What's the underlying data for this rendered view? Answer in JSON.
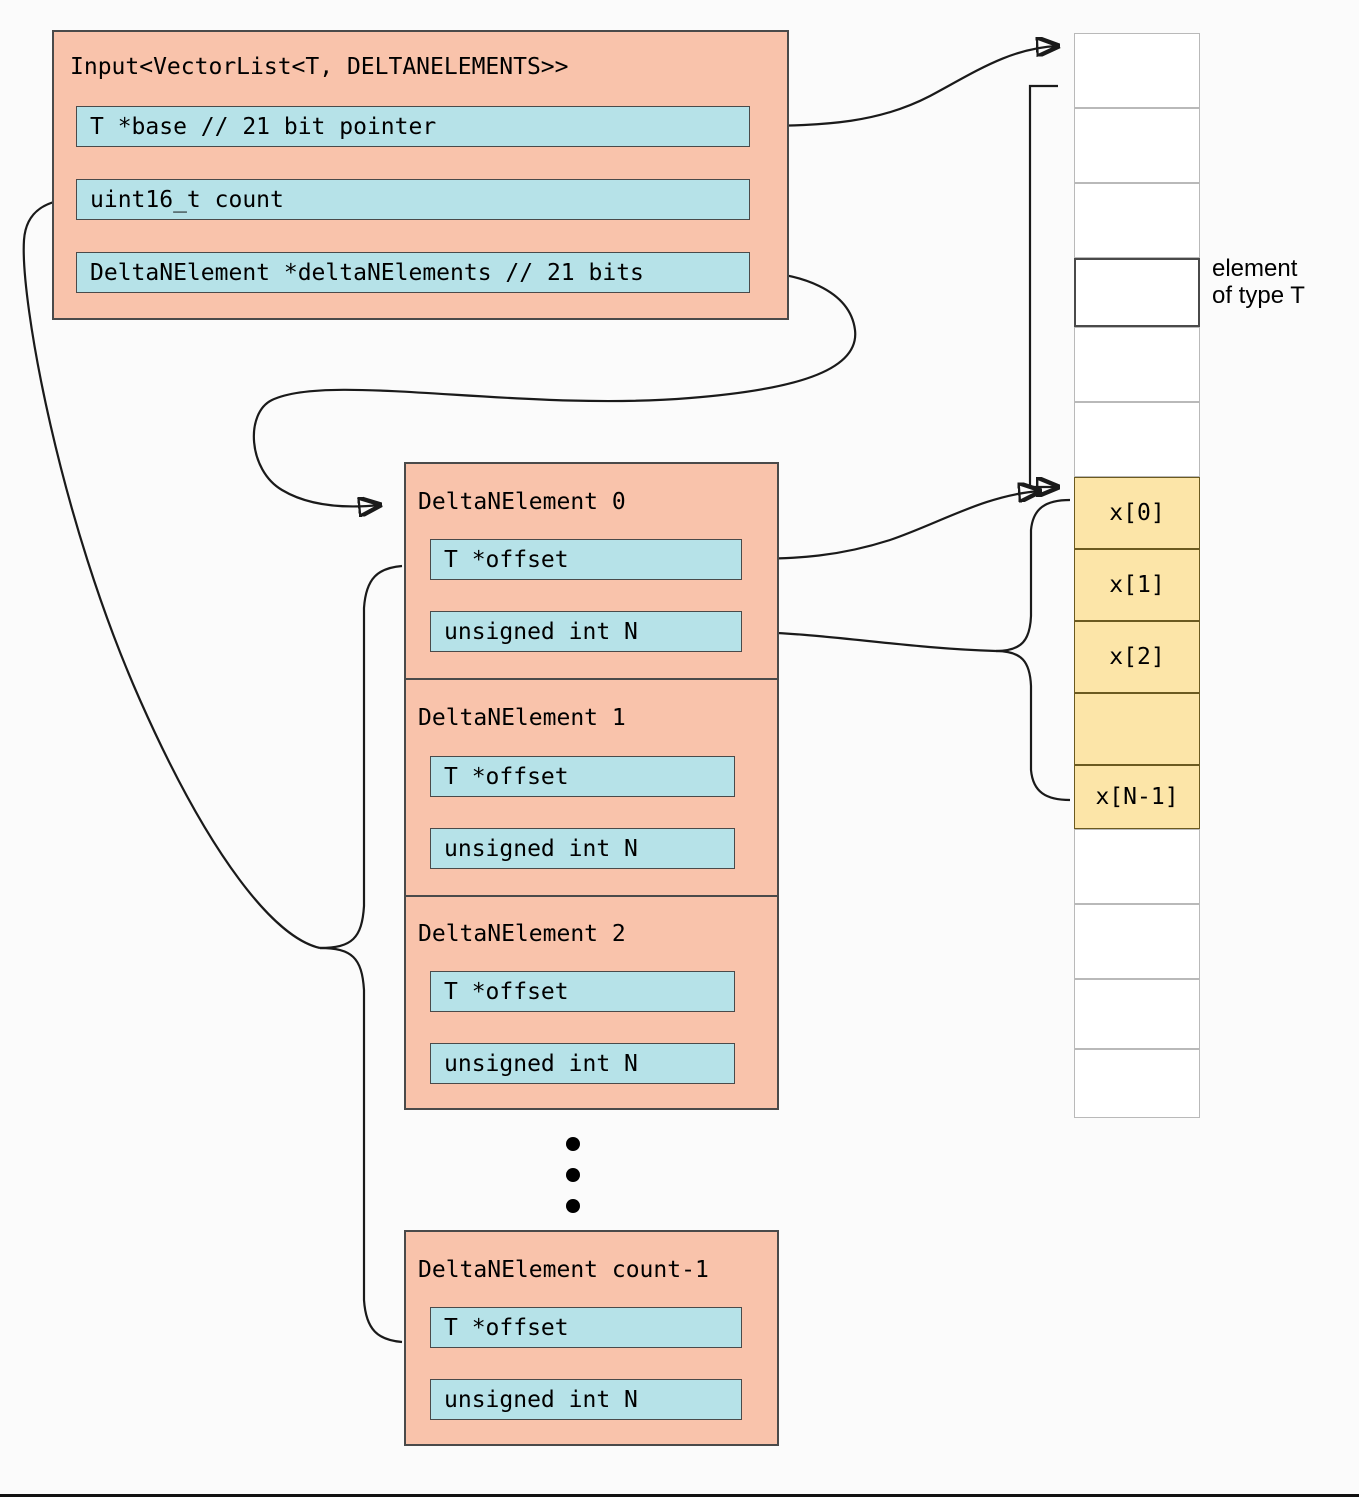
{
  "diagram": {
    "title_text": "Input<VectorList<T, DELTANELEMENTS>>",
    "colors": {
      "struct_fill": "#f9c3ab",
      "field_fill": "#b6e2e8",
      "array_cell_fill": "#fce5a8",
      "memory_cell_fill": "#ffffff",
      "stroke": "#4a4a4a",
      "page_background": "#fbfbfb"
    }
  },
  "input_struct": {
    "title": "Input<VectorList<T, DELTANELEMENTS>>",
    "fields": [
      {
        "label": "T *base // 21 bit pointer"
      },
      {
        "label": "uint16_t count"
      },
      {
        "label": "DeltaNElement *deltaNElements // 21 bits"
      }
    ]
  },
  "delta_list": {
    "blocks": [
      {
        "title": "DeltaNElement 0",
        "fields": [
          {
            "label": "T *offset"
          },
          {
            "label": "unsigned int N"
          }
        ]
      },
      {
        "title": "DeltaNElement 1",
        "fields": [
          {
            "label": "T *offset"
          },
          {
            "label": "unsigned int N"
          }
        ]
      },
      {
        "title": "DeltaNElement 2",
        "fields": [
          {
            "label": "T *offset"
          },
          {
            "label": "unsigned int N"
          }
        ]
      }
    ],
    "ellipsis": "vertical-ellipsis",
    "last_block": {
      "title": "DeltaNElement count-1",
      "fields": [
        {
          "label": "T *offset"
        },
        {
          "label": "unsigned int N"
        }
      ]
    }
  },
  "memory": {
    "side_label": "element\nof type T",
    "cells": [
      {
        "label": "",
        "kind": "empty"
      },
      {
        "label": "",
        "kind": "empty"
      },
      {
        "label": "",
        "kind": "empty"
      },
      {
        "label": "",
        "kind": "focus"
      },
      {
        "label": "",
        "kind": "empty"
      },
      {
        "label": "",
        "kind": "empty"
      },
      {
        "label": "x[0]",
        "kind": "array"
      },
      {
        "label": "x[1]",
        "kind": "array"
      },
      {
        "label": "x[2]",
        "kind": "array"
      },
      {
        "label": "",
        "kind": "array-pad"
      },
      {
        "label": "x[N-1]",
        "kind": "array"
      },
      {
        "label": "",
        "kind": "empty"
      },
      {
        "label": "",
        "kind": "empty"
      },
      {
        "label": "",
        "kind": "empty"
      },
      {
        "label": "",
        "kind": "empty"
      }
    ]
  },
  "connectors": [
    {
      "name": "base-to-memory-top",
      "from": "T *base // 21 bit pointer",
      "to": "memory cell 0",
      "arrow": true
    },
    {
      "name": "deltaNElements-to-block0",
      "from": "DeltaNElement *deltaNElements // 21 bits",
      "to": "DeltaNElement 0",
      "arrow": true
    },
    {
      "name": "count-brace",
      "from": "uint16_t count",
      "to": "DeltaNElement 0 .. DeltaNElement count-1",
      "arrow": false
    },
    {
      "name": "offset-to-x0",
      "from": "T *offset",
      "to": "x[0]",
      "arrow": true
    },
    {
      "name": "N-brace",
      "from": "unsigned int N",
      "to": "x[0] .. x[N-1]",
      "arrow": false
    },
    {
      "name": "base-offset-guide",
      "from": "memory cell 0",
      "to": "x[0]",
      "arrow": true
    }
  ]
}
